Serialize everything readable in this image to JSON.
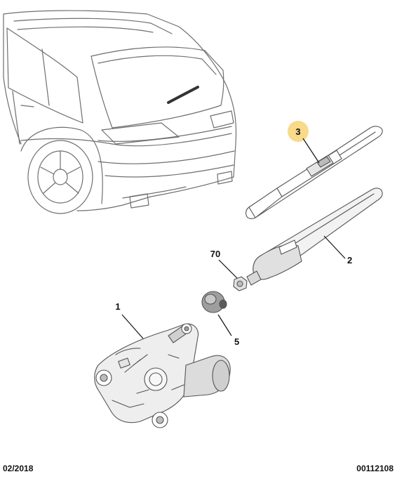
{
  "callouts": [
    {
      "id": "1",
      "label": "1"
    },
    {
      "id": "2",
      "label": "2"
    },
    {
      "id": "3",
      "label": "3"
    },
    {
      "id": "5",
      "label": "5"
    },
    {
      "id": "70",
      "label": "70"
    }
  ],
  "highlight_color": "#f9d98a",
  "footer": {
    "date": "02/2018",
    "reference": "00112108"
  }
}
